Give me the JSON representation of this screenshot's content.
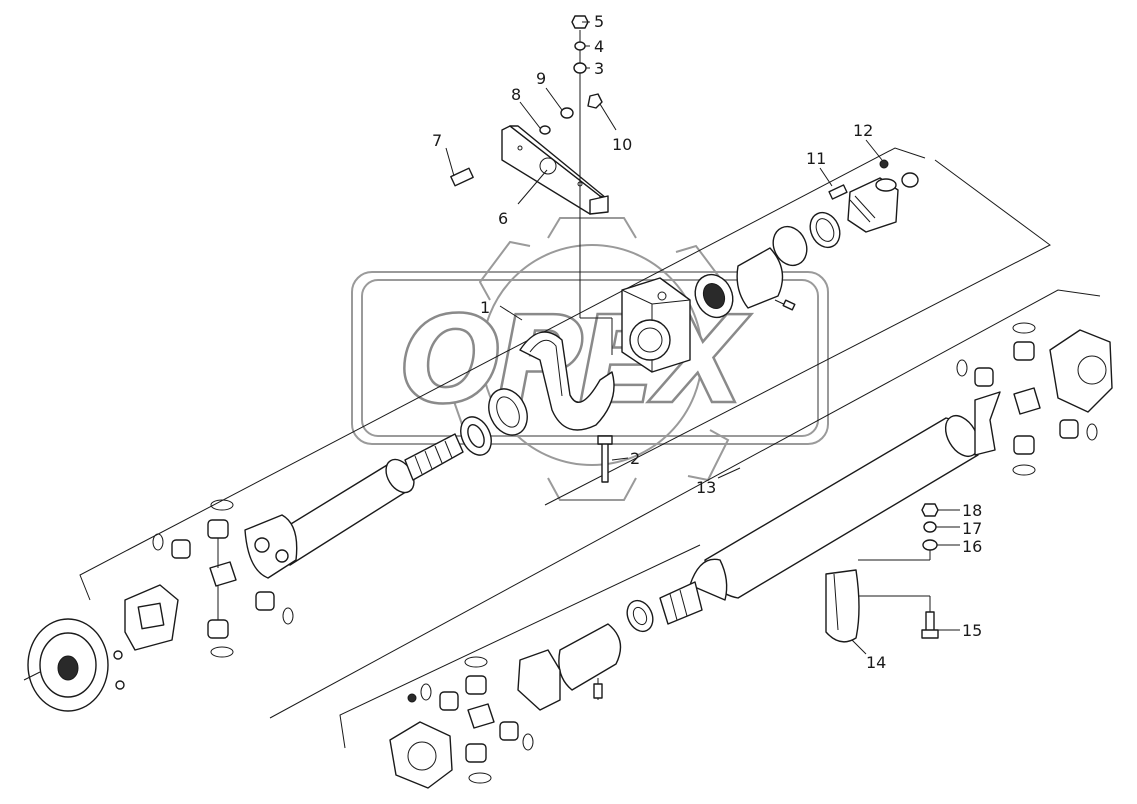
{
  "watermark": {
    "text": "OPEX"
  },
  "callouts": [
    {
      "id": "1",
      "label": "1"
    },
    {
      "id": "2",
      "label": "2"
    },
    {
      "id": "3",
      "label": "3"
    },
    {
      "id": "4",
      "label": "4"
    },
    {
      "id": "5",
      "label": "5"
    },
    {
      "id": "6",
      "label": "6"
    },
    {
      "id": "7",
      "label": "7"
    },
    {
      "id": "8",
      "label": "8"
    },
    {
      "id": "9",
      "label": "9"
    },
    {
      "id": "10",
      "label": "10"
    },
    {
      "id": "11",
      "label": "11"
    },
    {
      "id": "12",
      "label": "12"
    },
    {
      "id": "13",
      "label": "13"
    },
    {
      "id": "14",
      "label": "14"
    },
    {
      "id": "15",
      "label": "15"
    },
    {
      "id": "16",
      "label": "16"
    },
    {
      "id": "17",
      "label": "17"
    },
    {
      "id": "18",
      "label": "18"
    }
  ]
}
